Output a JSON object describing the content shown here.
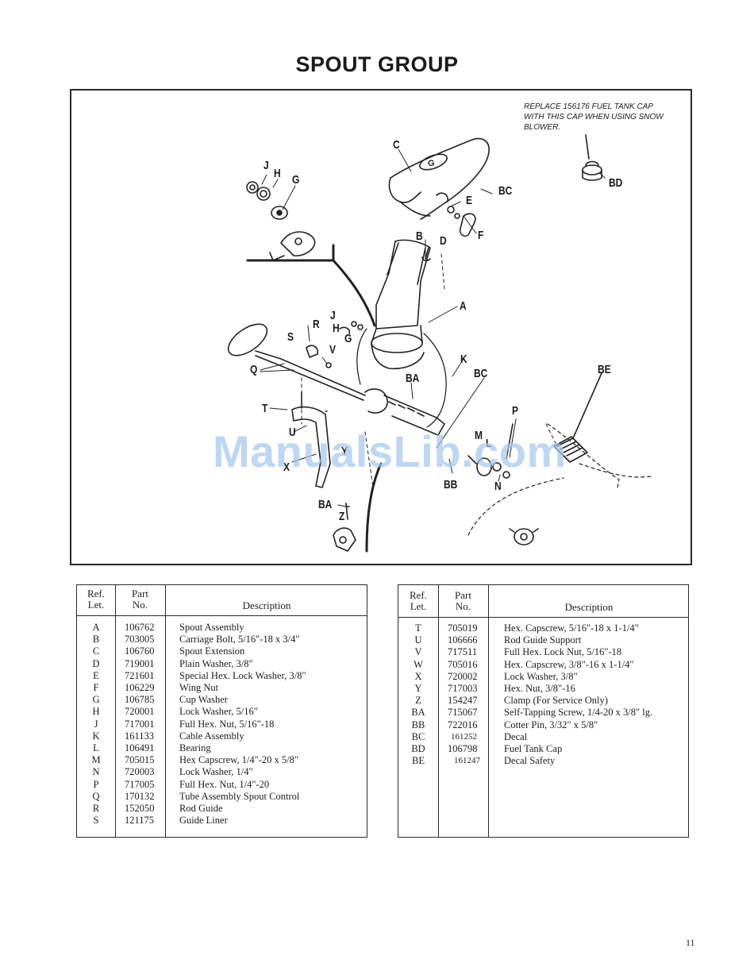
{
  "page": {
    "title": "SPOUT GROUP",
    "page_number": "11",
    "watermark": "ManualsLib.com"
  },
  "diagram": {
    "note": "REPLACE 156176 FUEL TANK CAP WITH THIS CAP WHEN USING SNOW BLOWER.",
    "callouts": {
      "A": "A",
      "B": "B",
      "C": "C",
      "D": "D",
      "E": "E",
      "F": "F",
      "G": "G",
      "H": "H",
      "J": "J",
      "K": "K",
      "L": "L",
      "M": "M",
      "N": "N",
      "P": "P",
      "Q": "Q",
      "R": "R",
      "S": "S",
      "T": "T",
      "U": "U",
      "V": "V",
      "X": "X",
      "Y": "Y",
      "Z": "Z",
      "BA": "BA",
      "BB": "BB",
      "BC": "BC",
      "BD": "BD",
      "BE": "BE",
      "G2": "G",
      "H2": "H",
      "J2": "J",
      "BA2": "BA",
      "BC2": "BC"
    },
    "emblem_letter": "G"
  },
  "table_headers": {
    "ref_line1": "Ref.",
    "ref_line2": "Let.",
    "part_line1": "Part",
    "part_line2": "No.",
    "description": "Description"
  },
  "table_left": [
    {
      "ref": "A",
      "part": "106762",
      "desc": "Spout Assembly"
    },
    {
      "ref": "B",
      "part": "703005",
      "desc": "Carriage Bolt, 5/16\"-18 x 3/4\""
    },
    {
      "ref": "C",
      "part": "106760",
      "desc": "Spout Extension"
    },
    {
      "ref": "D",
      "part": "719001",
      "desc": "Plain Washer, 3/8\""
    },
    {
      "ref": "E",
      "part": "721601",
      "desc": "Special Hex. Lock Washer, 3/8\""
    },
    {
      "ref": "F",
      "part": "106229",
      "desc": "Wing Nut"
    },
    {
      "ref": "G",
      "part": "106785",
      "desc": "Cup Washer"
    },
    {
      "ref": "H",
      "part": "720001",
      "desc": "Lock Washer, 5/16\""
    },
    {
      "ref": "J",
      "part": "717001",
      "desc": "Full Hex. Nut, 5/16\"-18"
    },
    {
      "ref": "K",
      "part": "161133",
      "desc": "Cable Assembly"
    },
    {
      "ref": "L",
      "part": "106491",
      "desc": "Bearing"
    },
    {
      "ref": "M",
      "part": "705015",
      "desc": "Hex Capscrew, 1/4\"-20 x 5/8\""
    },
    {
      "ref": "N",
      "part": "720003",
      "desc": "Lock Washer, 1/4\""
    },
    {
      "ref": "P",
      "part": "717005",
      "desc": "Full Hex. Nut, 1/4\"-20"
    },
    {
      "ref": "Q",
      "part": "170132",
      "desc": "Tube Assembly Spout Control"
    },
    {
      "ref": "R",
      "part": "152050",
      "desc": "Rod Guide"
    },
    {
      "ref": "S",
      "part": "121175",
      "desc": "Guide Liner"
    }
  ],
  "table_right": [
    {
      "ref": "T",
      "part": "705019",
      "desc": "Hex. Capscrew, 5/16\"-18 x 1-1/4\""
    },
    {
      "ref": "U",
      "part": "106666",
      "desc": "Rod Guide Support"
    },
    {
      "ref": "V",
      "part": "717511",
      "desc": "Full Hex. Lock Nut, 5/16\"-18"
    },
    {
      "ref": "W",
      "part": "705016",
      "desc": "Hex. Capscrew, 3/8\"-16 x 1-1/4\""
    },
    {
      "ref": "X",
      "part": "720002",
      "desc": "Lock Washer, 3/8\""
    },
    {
      "ref": "Y",
      "part": "717003",
      "desc": "Hex. Nut, 3/8\"-16"
    },
    {
      "ref": "Z",
      "part": "154247",
      "desc": "Clamp (For Service Only)"
    },
    {
      "ref": "BA",
      "part": "715067",
      "desc": "Self-Tapping Screw, 1/4-20 x 3/8\" lg."
    },
    {
      "ref": "BB",
      "part": "722016",
      "desc": "Cotter Pin, 3/32\" x 5/8\""
    },
    {
      "ref": "BC",
      "part": "161252",
      "desc": "Decal"
    },
    {
      "ref": "BD",
      "part": "106798",
      "desc": "Fuel Tank Cap"
    },
    {
      "ref": "BE",
      "part": "161247",
      "desc": "Decal Safety"
    }
  ]
}
